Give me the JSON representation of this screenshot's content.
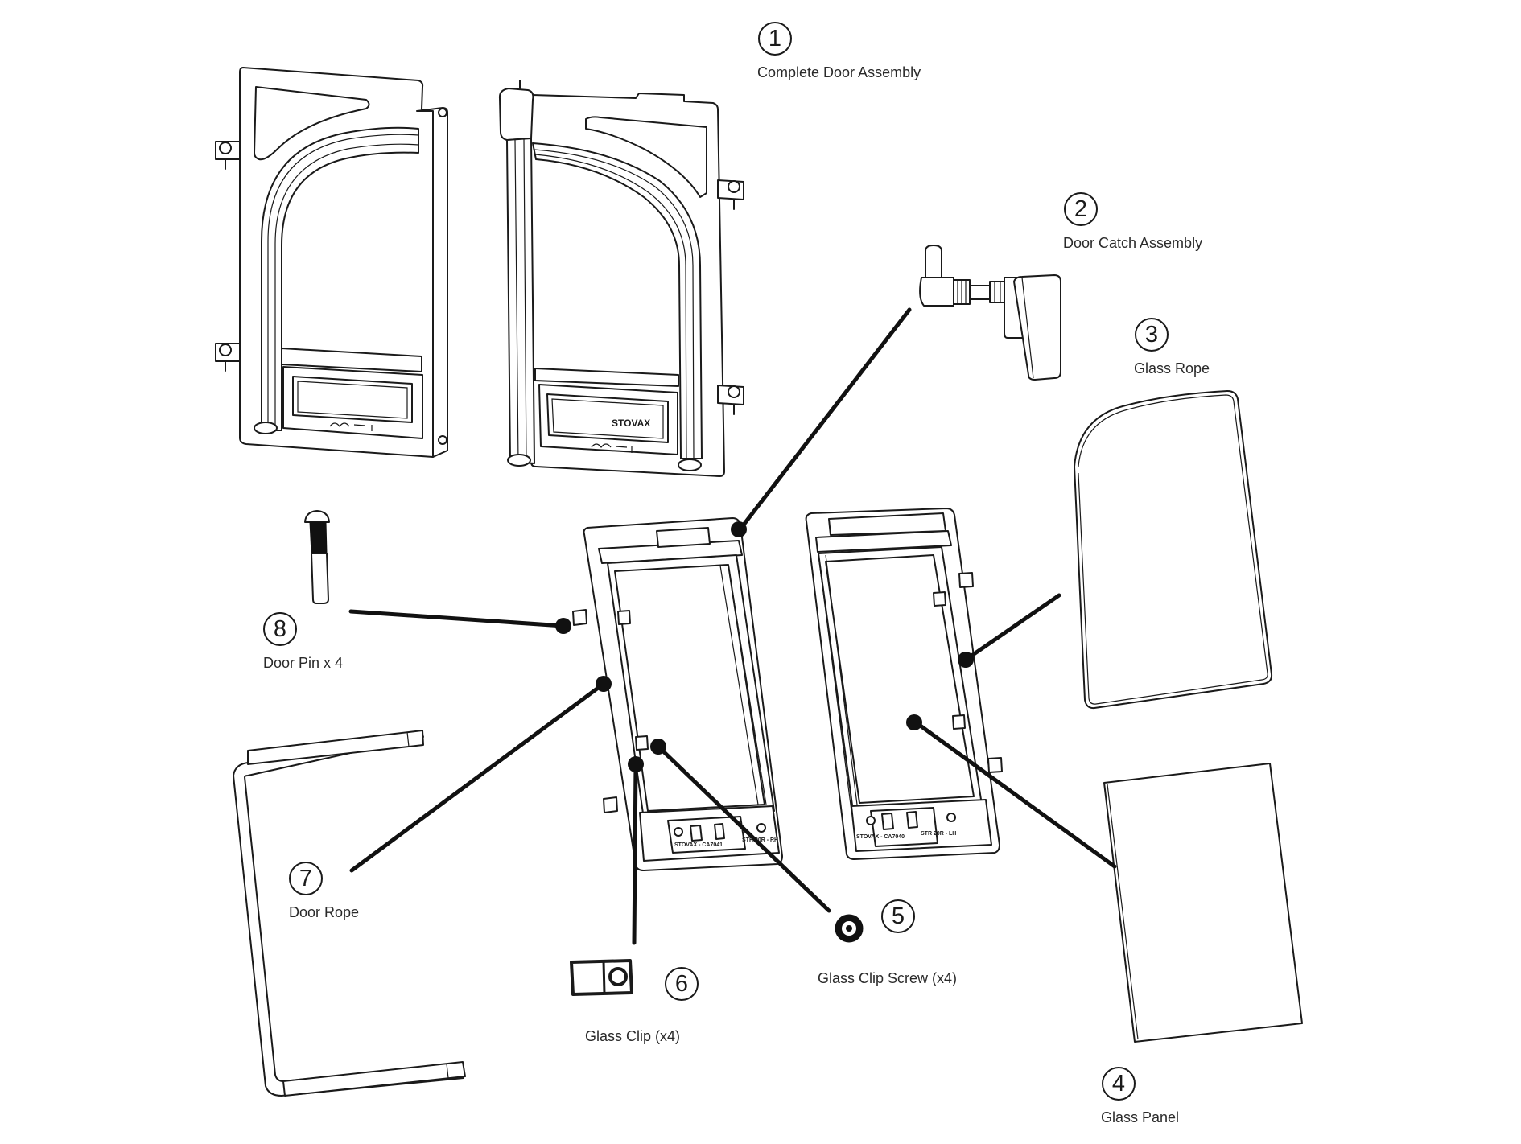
{
  "diagram": {
    "type": "exploded-parts-diagram",
    "colors": {
      "line": "#1a1a1a",
      "background": "#ffffff",
      "text": "#2a2a2a"
    },
    "parts": [
      {
        "number": "1",
        "label": "Complete Door Assembly"
      },
      {
        "number": "2",
        "label": "Door Catch Assembly"
      },
      {
        "number": "3",
        "label": "Glass Rope"
      },
      {
        "number": "4",
        "label": "Glass Panel"
      },
      {
        "number": "5",
        "label": "Glass Clip Screw (x4)"
      },
      {
        "number": "6",
        "label": "Glass Clip (x4)"
      },
      {
        "number": "7",
        "label": "Door Rope"
      },
      {
        "number": "8",
        "label": "Door Pin x 4"
      }
    ],
    "stamps": {
      "brand": "STOVAX",
      "left_frame_code": "STOVAX - CA7041",
      "left_frame_model": "STR 20R - RH",
      "right_frame_code": "STOVAX - CA7040",
      "right_frame_model": "STR 20R - LH"
    }
  }
}
